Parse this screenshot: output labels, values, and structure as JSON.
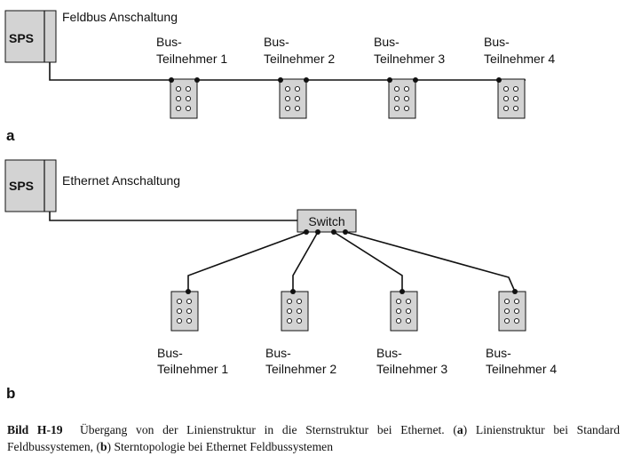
{
  "part_a": {
    "letter": "a",
    "title": "Feldbus Anschaltung",
    "plc_label": "SPS",
    "nodes": [
      {
        "line1": "Bus-",
        "line2": "Teilnehmer 1"
      },
      {
        "line1": "Bus-",
        "line2": "Teilnehmer 2"
      },
      {
        "line1": "Bus-",
        "line2": "Teilnehmer 3"
      },
      {
        "line1": "Bus-",
        "line2": "Teilnehmer 4"
      }
    ]
  },
  "part_b": {
    "letter": "b",
    "title": "Ethernet Anschaltung",
    "plc_label": "SPS",
    "switch_label": "Switch",
    "nodes": [
      {
        "line1": "Bus-",
        "line2": "Teilnehmer 1"
      },
      {
        "line1": "Bus-",
        "line2": "Teilnehmer 2"
      },
      {
        "line1": "Bus-",
        "line2": "Teilnehmer 3"
      },
      {
        "line1": "Bus-",
        "line2": "Teilnehmer 4"
      }
    ]
  },
  "caption": {
    "label": "Bild H-19",
    "text_1": "Übergang von der Linienstruktur in die Sternstruktur bei Ethernet. (",
    "a": "a",
    "text_2": ") Linienstruktur bei Standard Feldbussystemen, (",
    "b": "b",
    "text_3": ") Sterntopologie bei Ethernet Feldbussystemen"
  },
  "colors": {
    "box_fill": "#d3d3d3",
    "stroke": "#111111",
    "background": "#ffffff"
  }
}
